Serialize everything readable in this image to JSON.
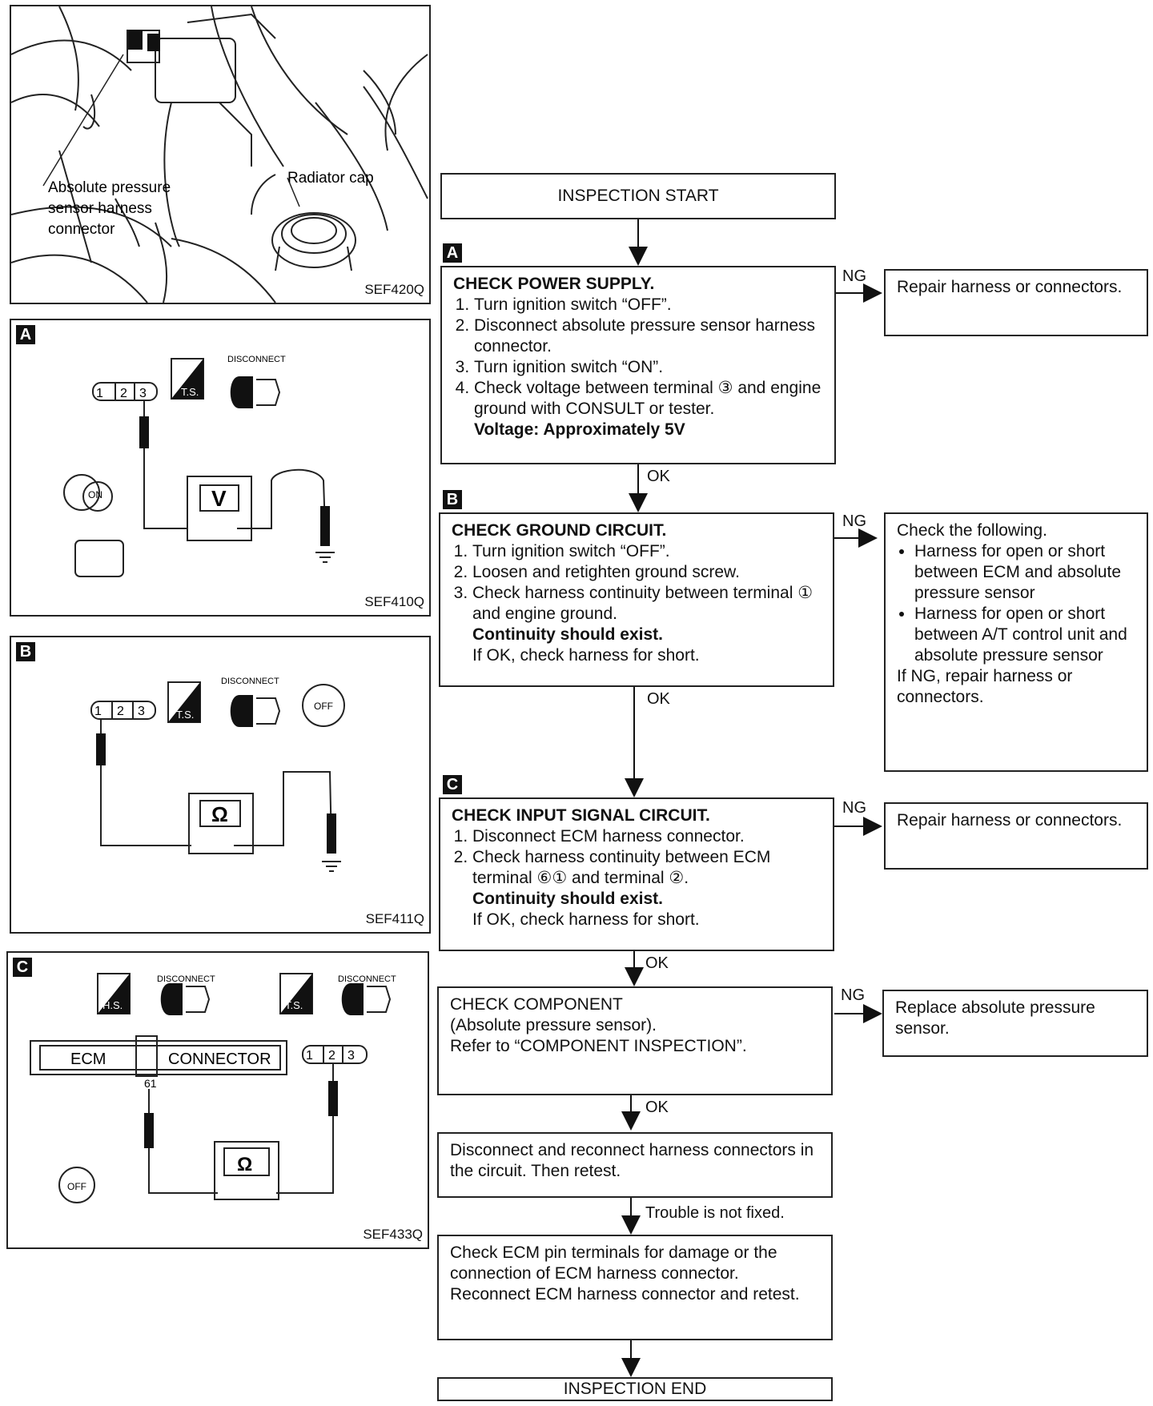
{
  "fig_top": {
    "code": "SEF420Q",
    "label_sensor": [
      "Absolute pressure",
      "sensor harness",
      "connector"
    ],
    "label_radiator": "Radiator cap"
  },
  "fig_a": {
    "tag": "A",
    "code": "SEF410Q",
    "pins": [
      "1",
      "2",
      "3"
    ],
    "meter": "V",
    "disconnect": "DISCONNECT",
    "ts": "T.S.",
    "key": "ON"
  },
  "fig_b": {
    "tag": "B",
    "code": "SEF411Q",
    "pins": [
      "1",
      "2",
      "3"
    ],
    "meter": "Ω",
    "disconnect": "DISCONNECT",
    "ts": "T.S.",
    "key": "OFF"
  },
  "fig_c": {
    "tag": "C",
    "code": "SEF433Q",
    "pins": [
      "1",
      "2",
      "3"
    ],
    "meter": "Ω",
    "disconnect": "DISCONNECT",
    "hs": "H.S.",
    "ts": "T.S.",
    "ecm": "ECM",
    "connector": "CONNECTOR",
    "terminal": "61",
    "key": "OFF"
  },
  "flow": {
    "start": "INSPECTION START",
    "end": "INSPECTION END",
    "step_a": {
      "tag": "A",
      "title": "CHECK POWER SUPPLY.",
      "items": [
        "Turn ignition switch “OFF”.",
        "Disconnect absolute pressure sensor harness connector.",
        "Turn ignition switch “ON”.",
        "Check voltage between terminal ③ and engine ground with CONSULT or tester."
      ],
      "result": "Voltage: Approximately 5V",
      "ng": "NG",
      "ok": "OK",
      "ng_action": "Repair harness or connectors."
    },
    "step_b": {
      "tag": "B",
      "title": "CHECK GROUND CIRCUIT.",
      "items": [
        "Turn ignition switch “OFF”.",
        "Loosen and retighten ground screw.",
        "Check harness continuity between terminal ① and engine ground."
      ],
      "result": "Continuity should exist.",
      "note": "If OK, check harness for short.",
      "ng": "NG",
      "ok": "OK",
      "ng_head": "Check the following.",
      "ng_bullets": [
        "Harness for open or short between ECM and absolute pressure sensor",
        "Harness for open or short between A/T control unit and absolute pressure sensor"
      ],
      "ng_tail": "If NG, repair harness or connectors."
    },
    "step_c": {
      "tag": "C",
      "title": "CHECK INPUT SIGNAL CIRCUIT.",
      "items": [
        "Disconnect ECM harness connector.",
        "Check harness continuity between ECM terminal ⑥① and terminal ②."
      ],
      "result": "Continuity should exist.",
      "note": "If OK, check harness for short.",
      "ng": "NG",
      "ok": "OK",
      "ng_action": "Repair harness or connectors."
    },
    "step_comp": {
      "lines": [
        "CHECK COMPONENT",
        "(Absolute pressure sensor).",
        "Refer to “COMPONENT INSPECTION”."
      ],
      "ng": "NG",
      "ok": "OK",
      "ng_action": "Replace absolute pressure sensor."
    },
    "step_retest": {
      "text": "Disconnect and reconnect harness connectors in the circuit. Then retest.",
      "edge": "Trouble is not fixed."
    },
    "step_pins": {
      "text": "Check ECM pin terminals for damage or the connection of ECM harness connector. Reconnect ECM harness connector and retest."
    }
  }
}
